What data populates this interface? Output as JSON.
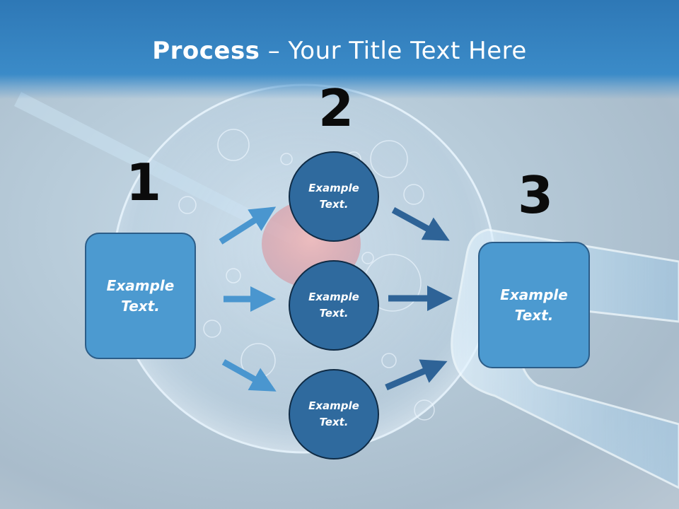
{
  "slide": {
    "title_bold": "Process",
    "title_rest": " – Your Title Text Here"
  },
  "steps": {
    "step1_number": "1",
    "step2_number": "2",
    "step3_number": "3"
  },
  "boxes": {
    "left": "Example\nText.",
    "right": "Example\nText."
  },
  "circles": {
    "top": "Example\nText.",
    "middle": "Example\nText.",
    "bottom": "Example\nText."
  },
  "colors": {
    "header": "#3b8bc8",
    "box_fill": "#4c9ad0",
    "circle_fill": "#2f6a9e",
    "arrow_light": "#4a96cf",
    "arrow_dark": "#2e6397"
  }
}
